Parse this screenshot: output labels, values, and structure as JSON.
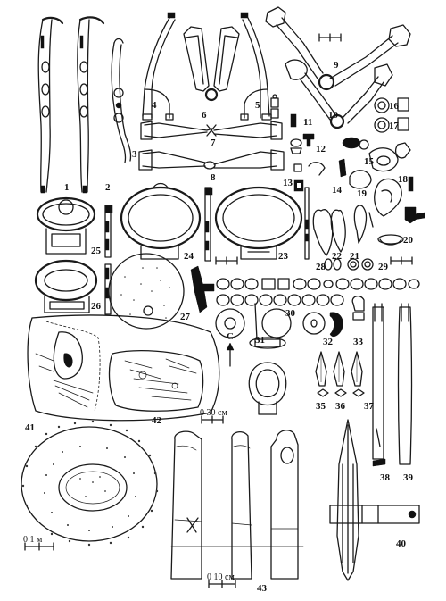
{
  "figure_numbers": [
    "1",
    "2",
    "3",
    "4",
    "5",
    "6",
    "7",
    "8",
    "9",
    "10",
    "11",
    "12",
    "13",
    "14",
    "15",
    "16",
    "17",
    "18",
    "19",
    "20",
    "21",
    "22",
    "23",
    "24",
    "25",
    "26",
    "27",
    "28",
    "29",
    "30",
    "31",
    "32",
    "33",
    "35",
    "36",
    "37",
    "38",
    "39",
    "40",
    "41",
    "42",
    "43"
  ],
  "scales": {
    "top_right": "",
    "mid_left": "",
    "mid_right": "",
    "burial_plan": "0   30 см",
    "mound_plan": "0    1 м",
    "stelae": "0   10 см"
  },
  "compass_label": "C"
}
